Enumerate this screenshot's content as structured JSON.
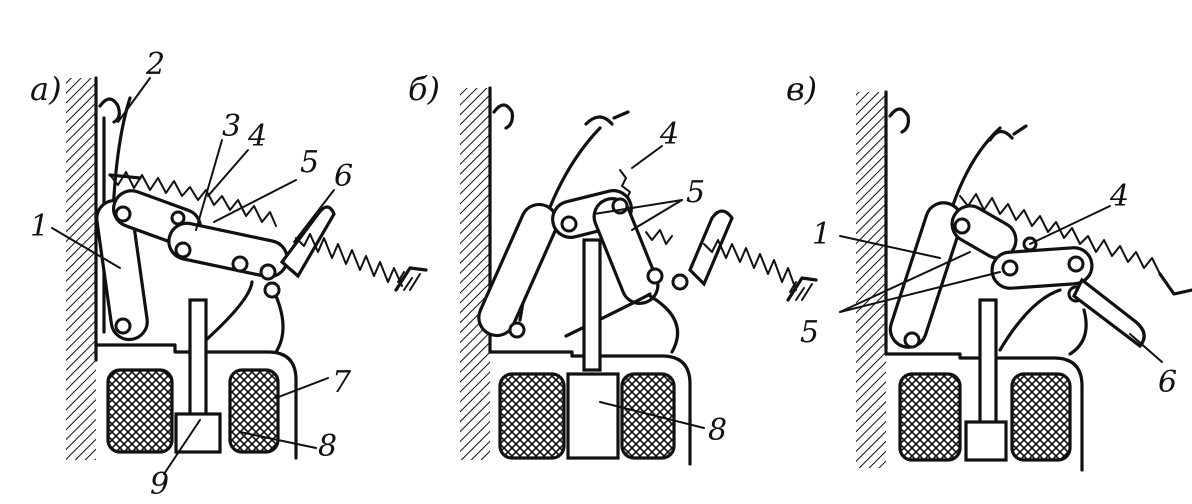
{
  "panels": [
    {
      "id": "a",
      "label": "а)"
    },
    {
      "id": "b",
      "label": "б)"
    },
    {
      "id": "c",
      "label": "в)"
    }
  ],
  "labels_a": {
    "n1": "1",
    "n2": "2",
    "n3": "3",
    "n4": "4",
    "n5": "5",
    "n6": "6",
    "n7": "7",
    "n8": "8",
    "n9": "9"
  },
  "labels_b": {
    "n4": "4",
    "n5": "5",
    "n8": "8"
  },
  "labels_c": {
    "n1": "1",
    "n4": "4",
    "n5": "5",
    "n6": "6"
  }
}
